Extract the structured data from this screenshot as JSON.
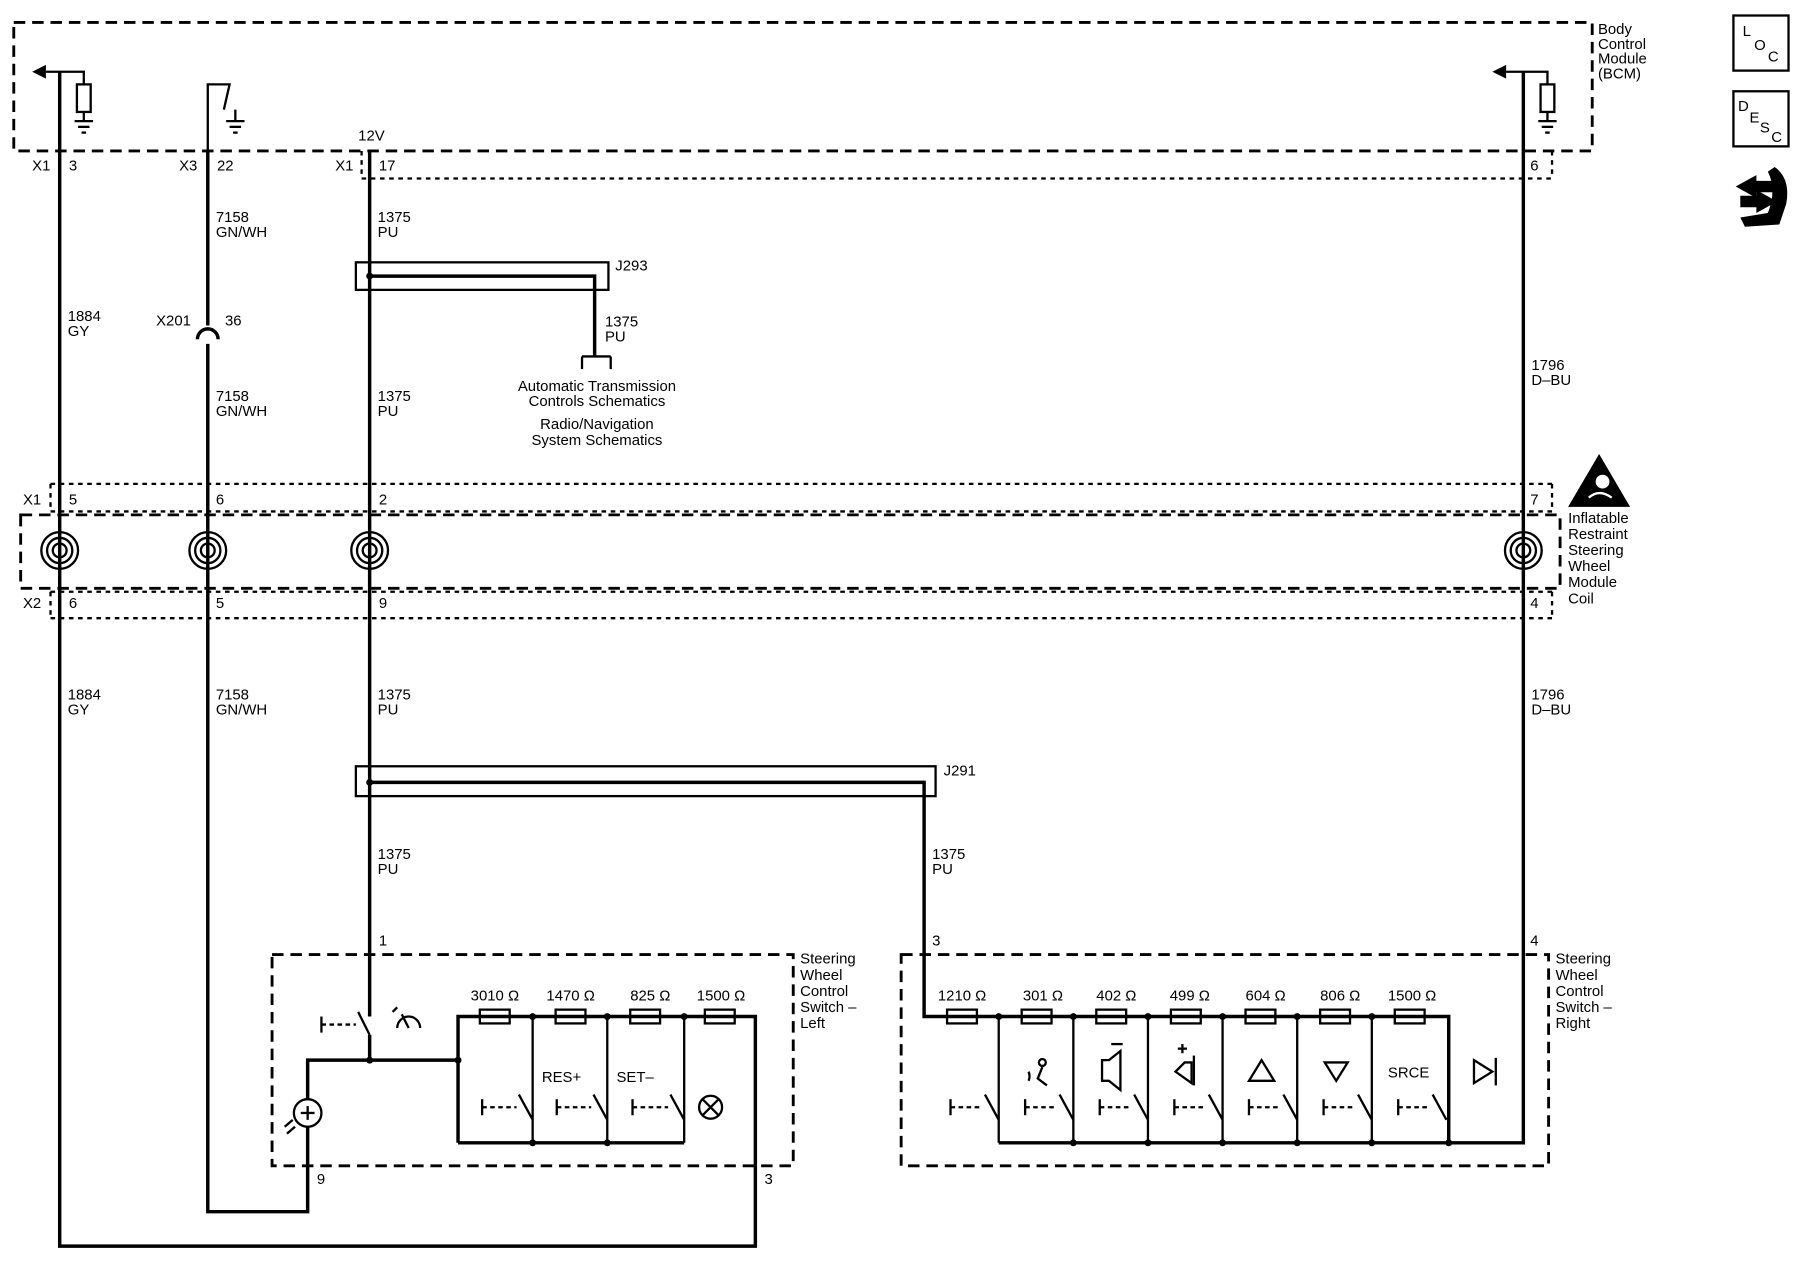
{
  "modules": {
    "bcm": [
      "Body",
      "Control",
      "Module",
      "(BCM)"
    ],
    "coil": [
      "Inflatable",
      "Restraint",
      "Steering",
      "Wheel",
      "Module",
      "Coil"
    ],
    "swc_left": [
      "Steering",
      "Wheel",
      "Control",
      "Switch –",
      "Left"
    ],
    "swc_right": [
      "Steering",
      "Wheel",
      "Control",
      "Switch –",
      "Right"
    ]
  },
  "voltage": "12V",
  "connectors": {
    "x1": "X1",
    "x2": "X2",
    "x3": "X3",
    "x201": "X201",
    "x201_pin": "36"
  },
  "pins": {
    "bcm_x1_a": "3",
    "bcm_x3": "22",
    "bcm_x1_b": "17",
    "bcm_6": "6",
    "coil_top": [
      "5",
      "6",
      "2",
      "7"
    ],
    "coil_bottom": [
      "6",
      "5",
      "9",
      "4"
    ],
    "swc_left_1": "1",
    "swc_left_9": "9",
    "swc_left_3": "3",
    "swc_right_3": "3",
    "swc_right_4": "4"
  },
  "wires": {
    "w1884": [
      "1884",
      "GY"
    ],
    "w7158": [
      "7158",
      "GN/WH"
    ],
    "w1375": [
      "1375",
      "PU"
    ],
    "w1796": [
      "1796",
      "D–BU"
    ]
  },
  "splices": {
    "j293": "J293",
    "j291": "J291"
  },
  "references": [
    "Automatic Transmission",
    "Controls Schematics",
    "Radio/Navigation",
    "System Schematics"
  ],
  "resistors_left": [
    "3010 Ω",
    "1470 Ω",
    "825 Ω",
    "1500 Ω"
  ],
  "resistors_right": [
    "1210 Ω",
    "301 Ω",
    "402 Ω",
    "499 Ω",
    "604 Ω",
    "806 Ω",
    "1500 Ω"
  ],
  "switch_labels": {
    "res": "RES+",
    "set": "SET–",
    "srce": "SRCE"
  },
  "side_icons": {
    "loc": [
      "L",
      "O",
      "C"
    ],
    "desc": [
      "D",
      "E",
      "S",
      "C"
    ],
    "icons": [
      "location-icon",
      "description-icon",
      "connector-tool-icon",
      "airbag-warning-icon",
      "cruise-icon",
      "voice-icon",
      "volume-down-icon",
      "volume-up-icon",
      "seek-up-icon",
      "seek-down-icon",
      "next-icon",
      "lamp-icon"
    ]
  }
}
